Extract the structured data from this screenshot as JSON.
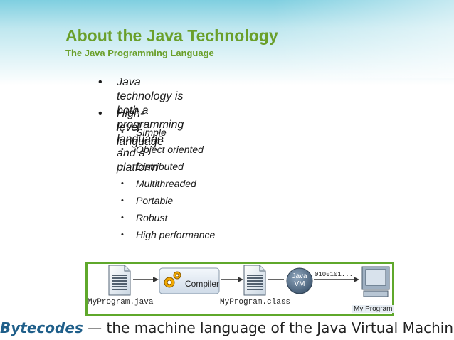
{
  "slide": {
    "title": "About the Java Technology",
    "subtitle": "The Java Programming Language",
    "bullets": [
      {
        "line1": "Java technology is both a programming",
        "line2": "language and a platform"
      },
      {
        "line1": "High-level language"
      }
    ],
    "subbullets": [
      "Simple",
      "Object oriented",
      "Distributed",
      "Multithreaded",
      "Portable",
      "Robust",
      "High performance"
    ],
    "colors": {
      "title": "#6a9f2a",
      "diagram_border": "#5fa82b",
      "caption_emphasis": "#1f5f8a"
    }
  },
  "diagram": {
    "source_file": "MyProgram.java",
    "compiler_label": "Compiler",
    "class_file": "MyProgram.class",
    "vm_label_1": "Java",
    "vm_label_2": "VM",
    "binary": "0100101...",
    "output_label": "My Program",
    "icons": [
      "document-icon",
      "gears-icon",
      "document-icon",
      "java-vm-icon",
      "computer-icon",
      "arrow-icon"
    ]
  },
  "caption": {
    "term": "Bytecodes",
    "rest": " — the machine language of the Java Virtual Machin"
  }
}
